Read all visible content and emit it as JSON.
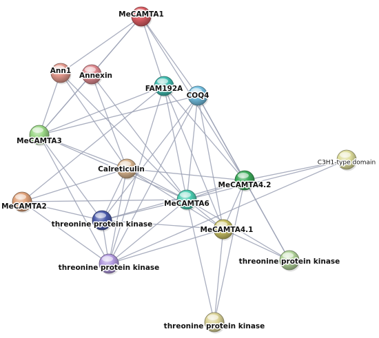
{
  "network": {
    "nodes": [
      {
        "id": "mecamta1",
        "label": "MeCAMTA1",
        "color": "#dc5e64",
        "label_pos": "center"
      },
      {
        "id": "ann1",
        "label": "Ann1",
        "color": "#e49a8e",
        "label_pos": "center"
      },
      {
        "id": "annexin",
        "label": "Annexin",
        "color": "#df8a90",
        "label_pos": "center"
      },
      {
        "id": "fam192a",
        "label": "FAM192A",
        "color": "#3fbcb0",
        "label_pos": "center"
      },
      {
        "id": "coq4",
        "label": "COQ4",
        "color": "#74c0e2",
        "label_pos": "center"
      },
      {
        "id": "mecamta3",
        "label": "MeCAMTA3",
        "color": "#9bd886",
        "label_pos": "center"
      },
      {
        "id": "calret",
        "label": "Calreticulin",
        "color": "#d8b48e",
        "label_pos": "center"
      },
      {
        "id": "c3h1",
        "label": "C3H1-type domain",
        "color": "#dedd9c",
        "label_pos": "below",
        "small": true
      },
      {
        "id": "mecamta42",
        "label": "MeCAMTA4.2",
        "color": "#3caa5a",
        "label_pos": "center"
      },
      {
        "id": "mecamta2",
        "label": "MeCAMTA2",
        "color": "#e0a27a",
        "label_pos": "center"
      },
      {
        "id": "mecamta6",
        "label": "MeCAMTA6",
        "color": "#4ccdb2",
        "label_pos": "center"
      },
      {
        "id": "tpk1",
        "label": "threonine protein kinase",
        "color": "#4a5aaa",
        "label_pos": "center"
      },
      {
        "id": "mecamta41",
        "label": "MeCAMTA4.1",
        "color": "#c8c064",
        "label_pos": "center"
      },
      {
        "id": "tpk2",
        "label": "threonine protein kinase",
        "color": "#b29ae0",
        "label_pos": "center"
      },
      {
        "id": "tpk3",
        "label": "threonine protein kinase",
        "color": "#b2d49a",
        "label_pos": "center"
      },
      {
        "id": "tpk4",
        "label": "threonine protein kinase",
        "color": "#dcd498",
        "label_pos": "center"
      }
    ],
    "edges": [
      [
        "mecamta1",
        "ann1"
      ],
      [
        "mecamta1",
        "annexin"
      ],
      [
        "mecamta1",
        "mecamta3"
      ],
      [
        "mecamta1",
        "fam192a"
      ],
      [
        "mecamta1",
        "coq4"
      ],
      [
        "mecamta1",
        "mecamta42"
      ],
      [
        "ann1",
        "mecamta3"
      ],
      [
        "ann1",
        "calret"
      ],
      [
        "ann1",
        "mecamta6"
      ],
      [
        "annexin",
        "mecamta3"
      ],
      [
        "annexin",
        "calret"
      ],
      [
        "annexin",
        "mecamta6"
      ],
      [
        "fam192a",
        "mecamta3"
      ],
      [
        "fam192a",
        "tpk2"
      ],
      [
        "fam192a",
        "mecamta42"
      ],
      [
        "fam192a",
        "mecamta6"
      ],
      [
        "fam192a",
        "mecamta41"
      ],
      [
        "fam192a",
        "mecamta2"
      ],
      [
        "coq4",
        "mecamta3"
      ],
      [
        "coq4",
        "mecamta6"
      ],
      [
        "coq4",
        "mecamta42"
      ],
      [
        "coq4",
        "mecamta41"
      ],
      [
        "coq4",
        "tpk2"
      ],
      [
        "coq4",
        "tpk3"
      ],
      [
        "coq4",
        "tpk1"
      ],
      [
        "mecamta3",
        "calret"
      ],
      [
        "mecamta3",
        "mecamta6"
      ],
      [
        "mecamta3",
        "tpk1"
      ],
      [
        "mecamta3",
        "tpk2"
      ],
      [
        "calret",
        "mecamta2"
      ],
      [
        "calret",
        "tpk1"
      ],
      [
        "calret",
        "tpk2"
      ],
      [
        "calret",
        "mecamta42"
      ],
      [
        "calret",
        "mecamta6"
      ],
      [
        "calret",
        "mecamta41"
      ],
      [
        "c3h1",
        "mecamta42"
      ],
      [
        "c3h1",
        "mecamta6"
      ],
      [
        "c3h1",
        "tpk2"
      ],
      [
        "mecamta42",
        "mecamta6"
      ],
      [
        "mecamta42",
        "mecamta41"
      ],
      [
        "mecamta42",
        "tpk1"
      ],
      [
        "mecamta42",
        "tpk3"
      ],
      [
        "mecamta42",
        "tpk4"
      ],
      [
        "mecamta2",
        "tpk1"
      ],
      [
        "mecamta2",
        "tpk2"
      ],
      [
        "mecamta2",
        "mecamta6"
      ],
      [
        "mecamta6",
        "mecamta41"
      ],
      [
        "mecamta6",
        "tpk1"
      ],
      [
        "mecamta6",
        "tpk2"
      ],
      [
        "mecamta6",
        "tpk3"
      ],
      [
        "mecamta6",
        "tpk4"
      ],
      [
        "mecamta41",
        "tpk1"
      ],
      [
        "mecamta41",
        "tpk2"
      ],
      [
        "mecamta41",
        "tpk3"
      ],
      [
        "mecamta41",
        "tpk4"
      ],
      [
        "tpk1",
        "tpk2"
      ]
    ]
  }
}
